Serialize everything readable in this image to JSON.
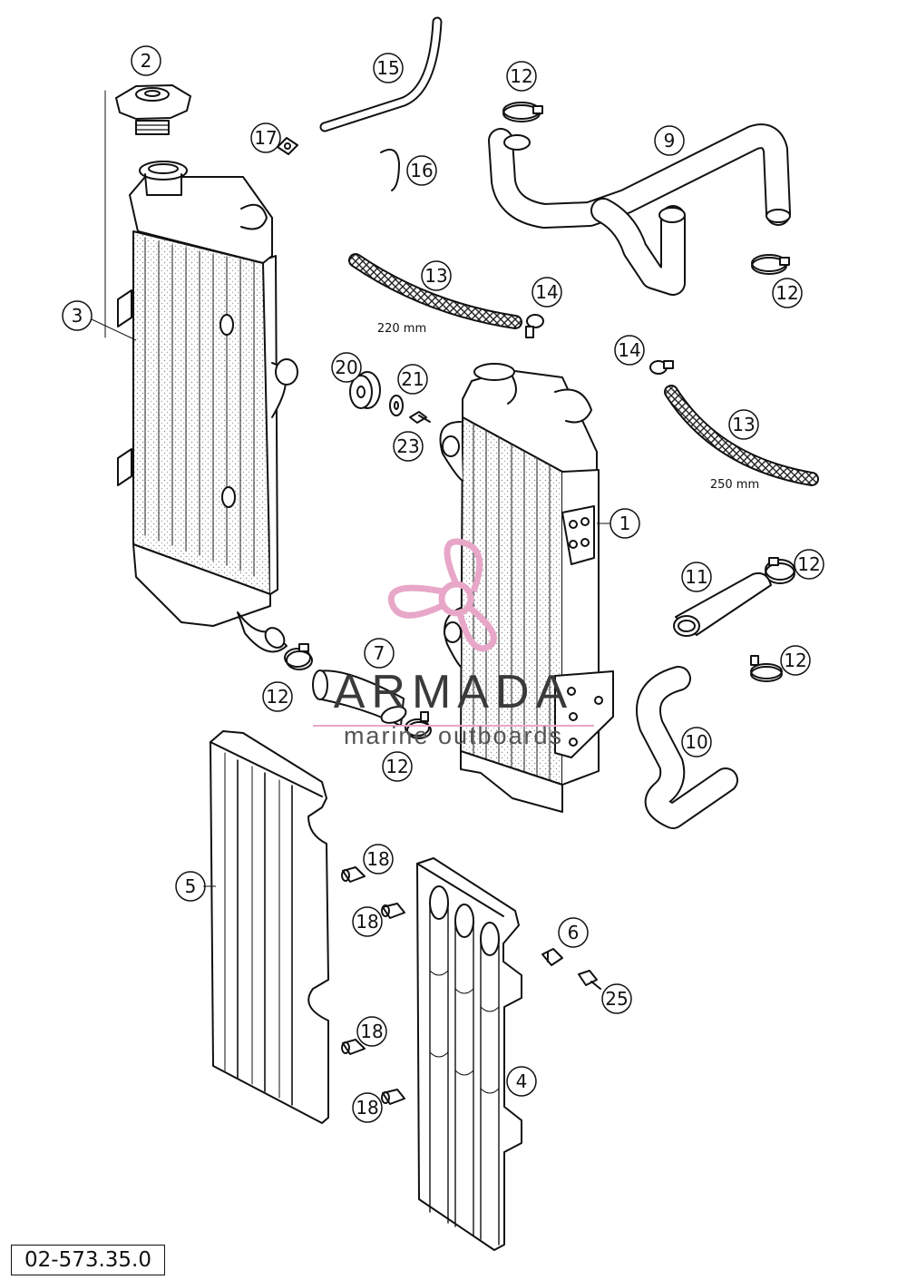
{
  "diagram_code": "02-573.35.0",
  "watermark": {
    "name": "ARMADA",
    "sub": "marine outboards",
    "logo_color": "#e8a7c8"
  },
  "dimensions": {
    "hose_upper": "220 mm",
    "hose_lower": "250 mm"
  },
  "callouts": {
    "c1": "1",
    "c2": "2",
    "c3": "3",
    "c4": "4",
    "c5": "5",
    "c6": "6",
    "c7": "7",
    "c9": "9",
    "c10": "10",
    "c11": "11",
    "c12a": "12",
    "c12b": "12",
    "c12c": "12",
    "c12d": "12",
    "c12e": "12",
    "c12f": "12",
    "c13a": "13",
    "c13b": "13",
    "c14a": "14",
    "c14b": "14",
    "c15": "15",
    "c16": "16",
    "c17": "17",
    "c18a": "18",
    "c18b": "18",
    "c18c": "18",
    "c18d": "18",
    "c20": "20",
    "c21": "21",
    "c23": "23",
    "c25": "25"
  }
}
